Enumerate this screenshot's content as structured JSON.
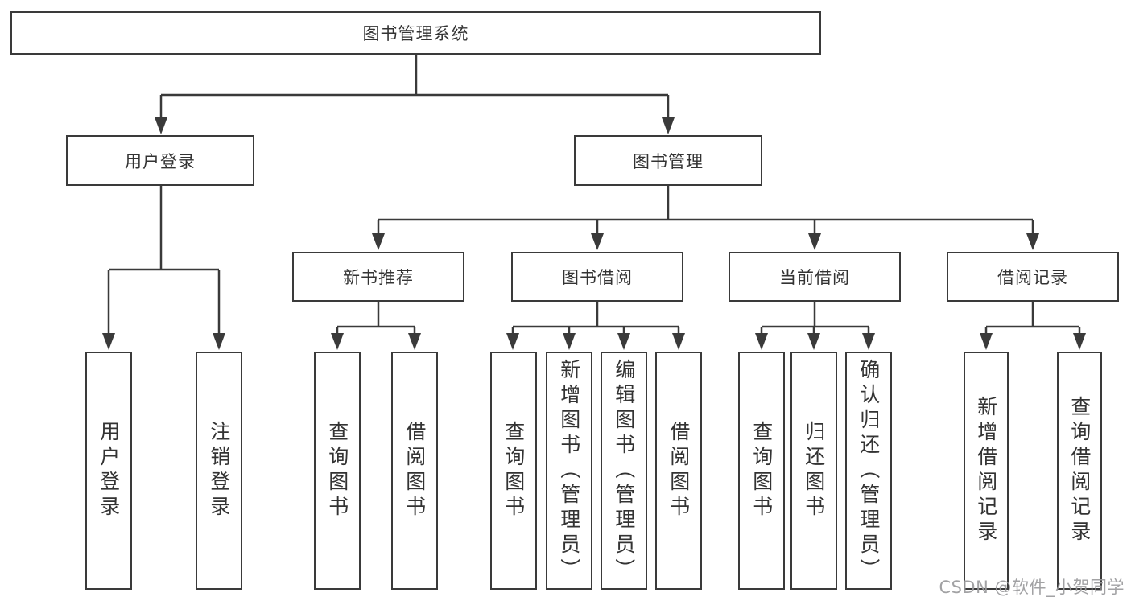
{
  "colors": {
    "line": "#3a3a3a",
    "text": "#333333",
    "background": "#ffffff",
    "watermark": "#9a9a9c"
  },
  "watermark": {
    "text": "CSDN @软件_小贺同学"
  },
  "tree": {
    "root": {
      "label": "图书管理系统"
    },
    "children": [
      {
        "label": "用户登录",
        "children": [
          {
            "label": "用户登录"
          },
          {
            "label": "注销登录"
          }
        ]
      },
      {
        "label": "图书管理",
        "children": [
          {
            "label": "新书推荐",
            "children": [
              {
                "label": "查询图书"
              },
              {
                "label": "借阅图书"
              }
            ]
          },
          {
            "label": "图书借阅",
            "children": [
              {
                "label": "查询图书"
              },
              {
                "label": "新增图书（管理员）"
              },
              {
                "label": "编辑图书（管理员）"
              },
              {
                "label": "借阅图书"
              }
            ]
          },
          {
            "label": "当前借阅",
            "children": [
              {
                "label": "查询图书"
              },
              {
                "label": "归还图书"
              },
              {
                "label": "确认归还（管理员）"
              }
            ]
          },
          {
            "label": "借阅记录",
            "children": [
              {
                "label": "新增借阅记录"
              },
              {
                "label": "查询借阅记录"
              }
            ]
          }
        ]
      }
    ]
  }
}
